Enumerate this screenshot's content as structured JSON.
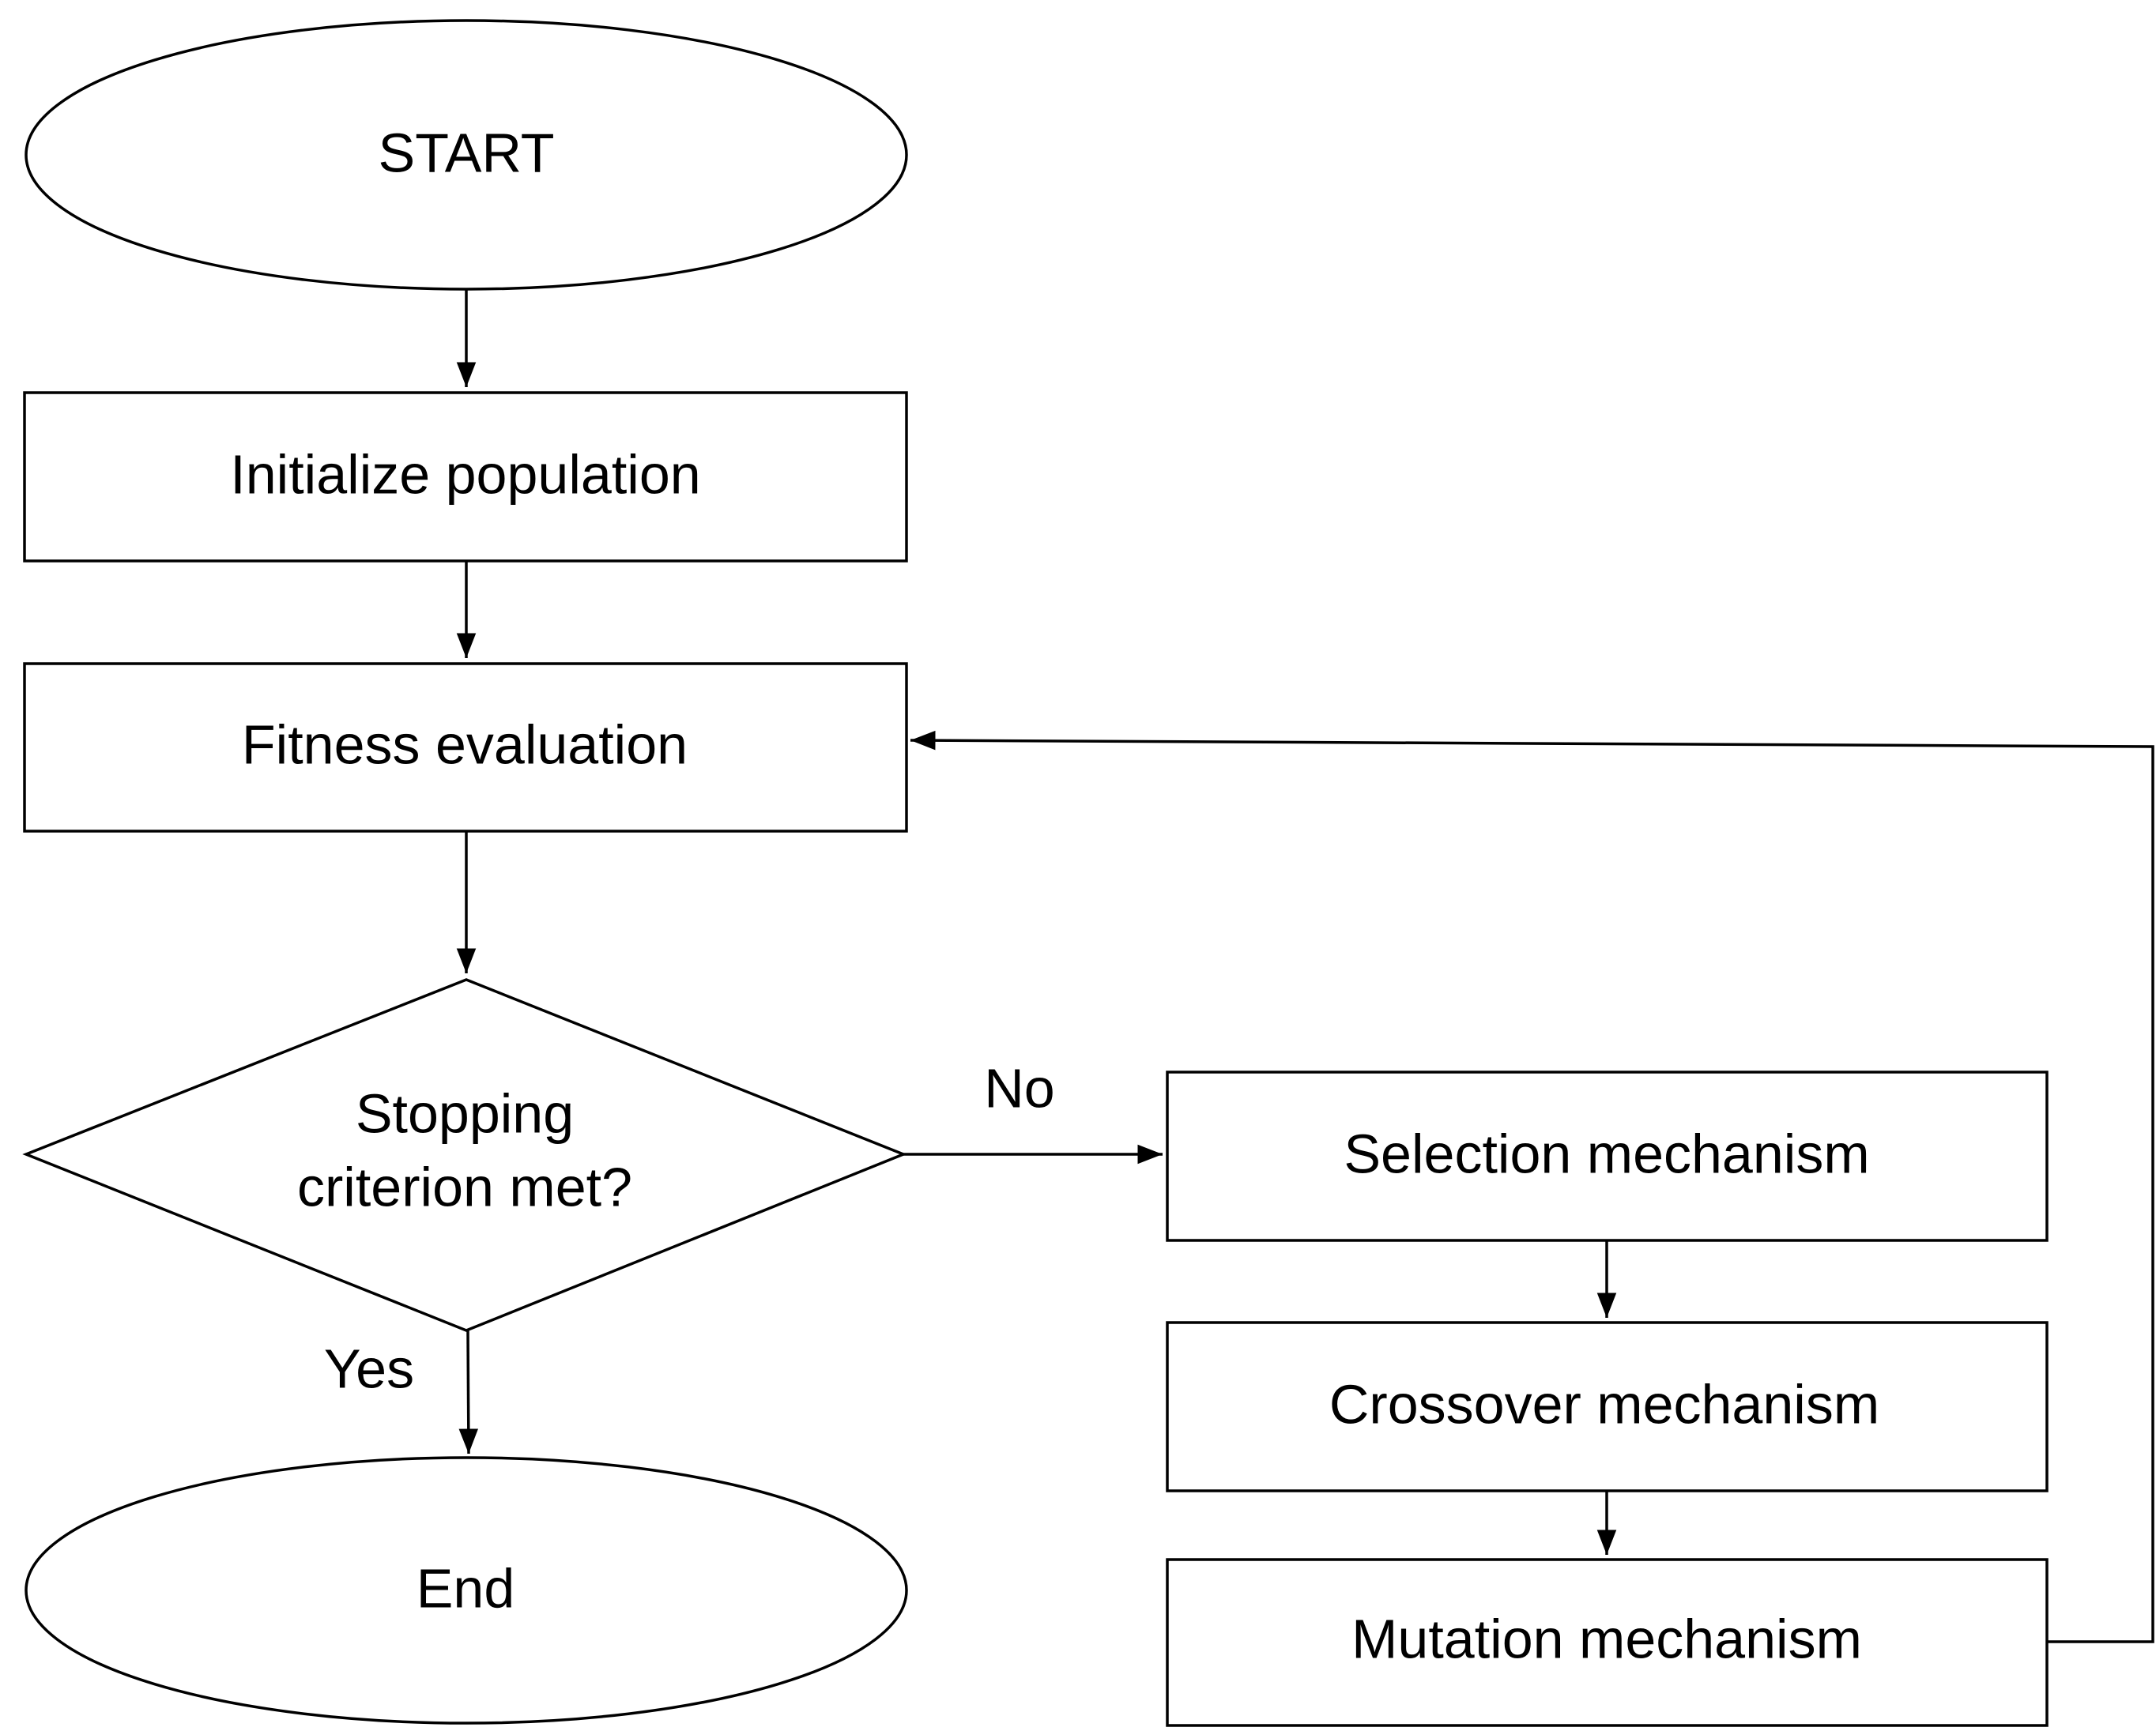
{
  "diagram": {
    "type": "flowchart",
    "nodes": {
      "start": {
        "shape": "ellipse",
        "label": "START"
      },
      "initialize": {
        "shape": "rectangle",
        "label": "Initialize population"
      },
      "fitness": {
        "shape": "rectangle",
        "label": "Fitness evaluation"
      },
      "decision": {
        "shape": "diamond",
        "label_line1": "Stopping",
        "label_line2": "criterion met?"
      },
      "end": {
        "shape": "ellipse",
        "label": "End"
      },
      "selection": {
        "shape": "rectangle",
        "label": "Selection mechanism"
      },
      "crossover": {
        "shape": "rectangle",
        "label": "Crossover mechanism"
      },
      "mutation": {
        "shape": "rectangle",
        "label": "Mutation mechanism"
      }
    },
    "edges": {
      "no_label": "No",
      "yes_label": "Yes"
    },
    "connections": [
      [
        "start",
        "initialize"
      ],
      [
        "initialize",
        "fitness"
      ],
      [
        "fitness",
        "decision"
      ],
      [
        "decision",
        "selection",
        "No"
      ],
      [
        "decision",
        "end",
        "Yes"
      ],
      [
        "selection",
        "crossover"
      ],
      [
        "crossover",
        "mutation"
      ],
      [
        "mutation",
        "fitness"
      ]
    ]
  }
}
